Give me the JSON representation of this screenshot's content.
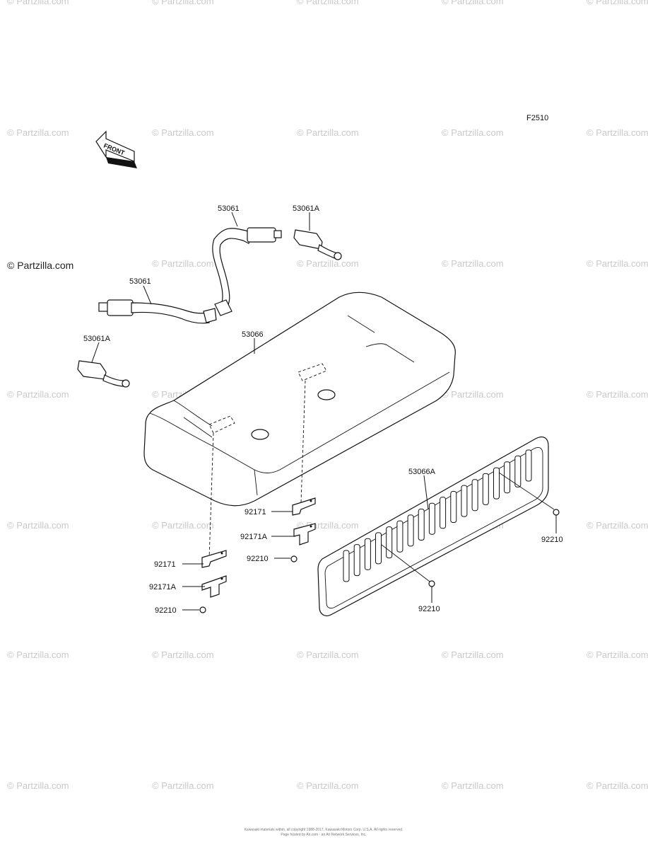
{
  "figure_code": "F2510",
  "front_label": "FRONT",
  "watermark": "© Partzilla.com",
  "watermark_dark": "© Partzilla.com",
  "copyright": {
    "line1": "Kawasaki materials within, all copyright 1988-2017, Kawasaki Motors Corp. U.S.A. All rights reserved.",
    "line2": "Page hosted by Ari.com - an Ari Network Services, Inc."
  },
  "labels": {
    "belt_upper": "53061",
    "buckle_upper": "53061A",
    "belt_lower": "53061",
    "buckle_lower": "53061A",
    "seat": "53066",
    "panel": "53066A",
    "bracket_center": "92171",
    "bracket_center_a": "92171A",
    "nut_center": "92210",
    "bracket_left": "92171",
    "bracket_left_a": "92171A",
    "nut_left": "92210",
    "nut_panel_right": "92210",
    "nut_panel_lower": "92210"
  }
}
